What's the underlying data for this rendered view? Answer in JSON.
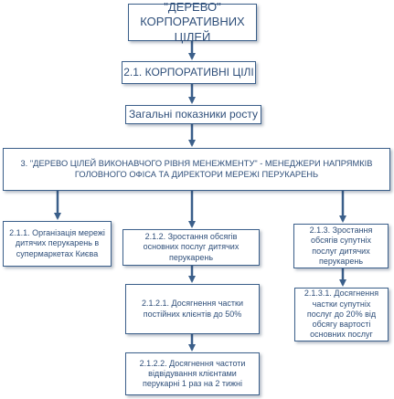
{
  "root": {
    "label": "\"ДЕРЕВО\" КОРПОРАТИВНИХ ЦІЛЕЙ"
  },
  "corporate_goals": {
    "label": "2.1. КОРПОРАТИВНІ ЦІЛІ"
  },
  "growth_indicators": {
    "label": "Загальні показники росту"
  },
  "management_tree": {
    "label": "3. \"ДЕРЕВО ЦІЛЕЙ ВИКОНАВЧОГО РІВНЯ МЕНЕЖМЕНТУ\" - МЕНЕДЖЕРИ НАПРЯМКІВ ГОЛОВНОГО ОФІСА ТА ДИРЕКТОРИ МЕРЕЖІ ПЕРУКАРЕНЬ"
  },
  "goals": [
    {
      "label": "2.1.1. Організація мережі дитячих перукарень в супермаркетах Києва"
    },
    {
      "label": "2.1.2. Зростання обсягів основних послуг дитячих перукарень"
    },
    {
      "label": "2.1.3. Зростання обсягів супутніх послуг дитячих перукарень"
    }
  ],
  "subgoals": [
    {
      "label": "2.1.2.1. Досягнення частки постійних клієнтів до 50%"
    },
    {
      "label": "2.1.2.2. Досягнення частоти відвідування клієнтами перукарні 1 раз на 2 тижні"
    },
    {
      "label": "2.1.3.1. Досягнення частки супутніх послуг до 20% від обсягу вартості основних послуг"
    }
  ],
  "colors": {
    "border": "#3b5f8a",
    "text": "#2f4f7a",
    "connector": "#3b5f8a"
  }
}
